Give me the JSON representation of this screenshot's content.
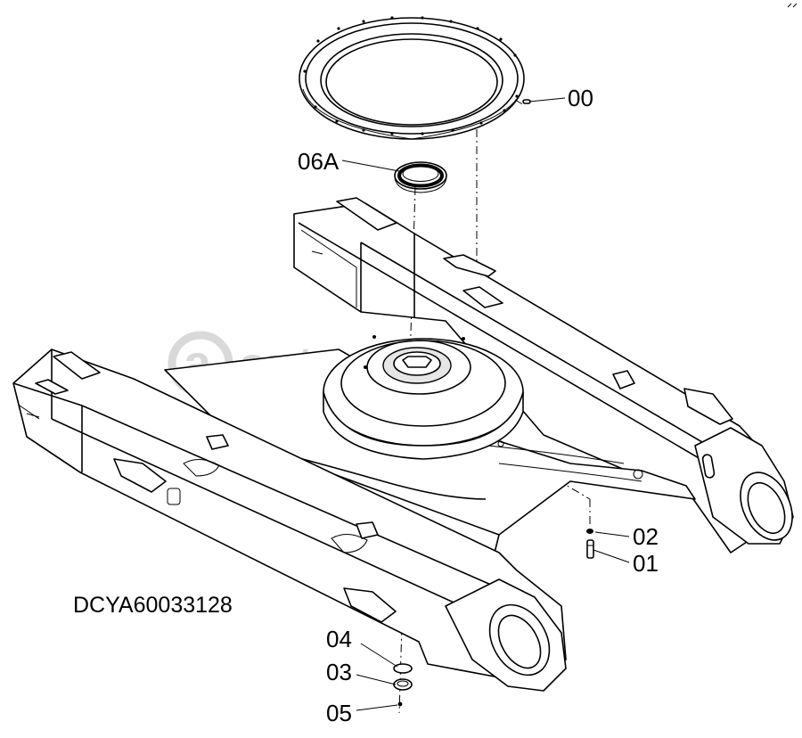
{
  "diagram": {
    "document_code": "DCYA60033128",
    "watermark": "autopiter.ru",
    "parts": [
      {
        "id": "00"
      },
      {
        "id": "06A"
      },
      {
        "id": "02"
      },
      {
        "id": "01"
      },
      {
        "id": "04"
      },
      {
        "id": "03"
      },
      {
        "id": "05"
      }
    ]
  }
}
